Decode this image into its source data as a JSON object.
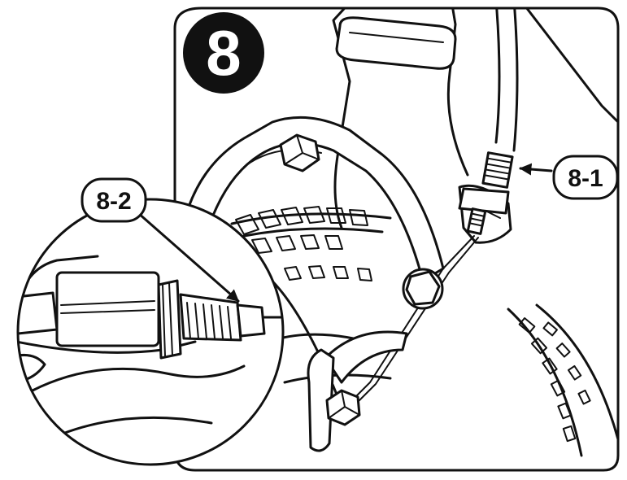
{
  "step": {
    "number": "8"
  },
  "callouts": [
    {
      "id": "8-1",
      "text": "8-1"
    },
    {
      "id": "8-2",
      "text": "8-2"
    }
  ],
  "colors": {
    "ink": "#111111",
    "paper": "#ffffff"
  }
}
